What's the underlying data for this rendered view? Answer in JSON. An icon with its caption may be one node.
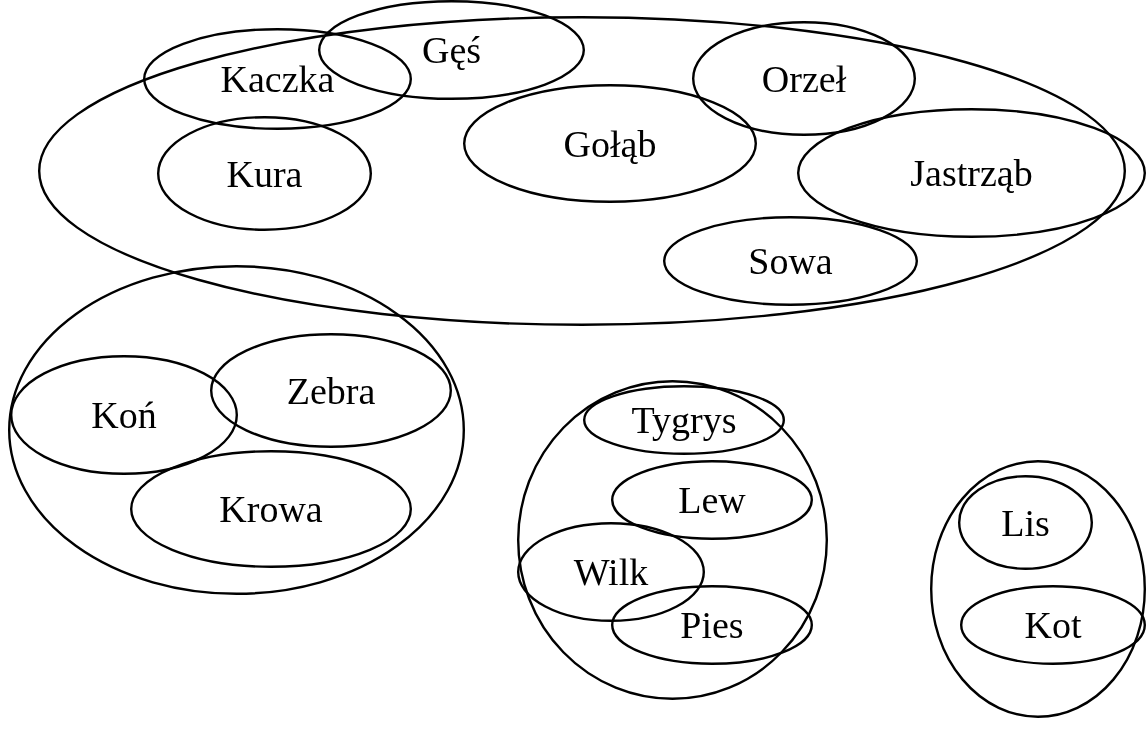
{
  "diagram": {
    "nodes": [
      {
        "text": [],
        "shape": "ellipse"
      },
      {
        "text": [
          "Kaczka"
        ],
        "in": 0
      },
      {
        "text": [
          "Gęś"
        ]
      },
      {
        "text": [
          "Orzeł"
        ],
        "in": 0
      },
      {
        "text": [
          "Kura"
        ],
        "in": 0
      },
      {
        "text": [
          "Gołąb"
        ],
        "in": 0
      },
      {
        "text": [
          "Jastrząb"
        ]
      },
      {
        "text": [
          "Sowa"
        ],
        "in": 0
      },
      {
        "text": [],
        "shape": "ellipse"
      },
      {
        "text": [
          "Zebra"
        ],
        "in": 8
      },
      {
        "text": [
          "Koń"
        ],
        "in": 8
      },
      {
        "text": [
          "Krowa"
        ],
        "in": 8
      },
      {
        "text": [],
        "shape": "ellipse"
      },
      {
        "text": [
          "Tygrys"
        ],
        "in": 12
      },
      {
        "text": [
          "Lew"
        ],
        "in": 12
      },
      {
        "text": [
          "Wilk"
        ],
        "in": 12
      },
      {
        "text": [
          "Pies"
        ],
        "in": 12
      },
      {
        "text": [],
        "shape": "ellipse"
      },
      {
        "text": [
          "Lis"
        ],
        "in": 17
      },
      {
        "text": [
          "Kot"
        ],
        "in": 17
      }
    ]
  }
}
